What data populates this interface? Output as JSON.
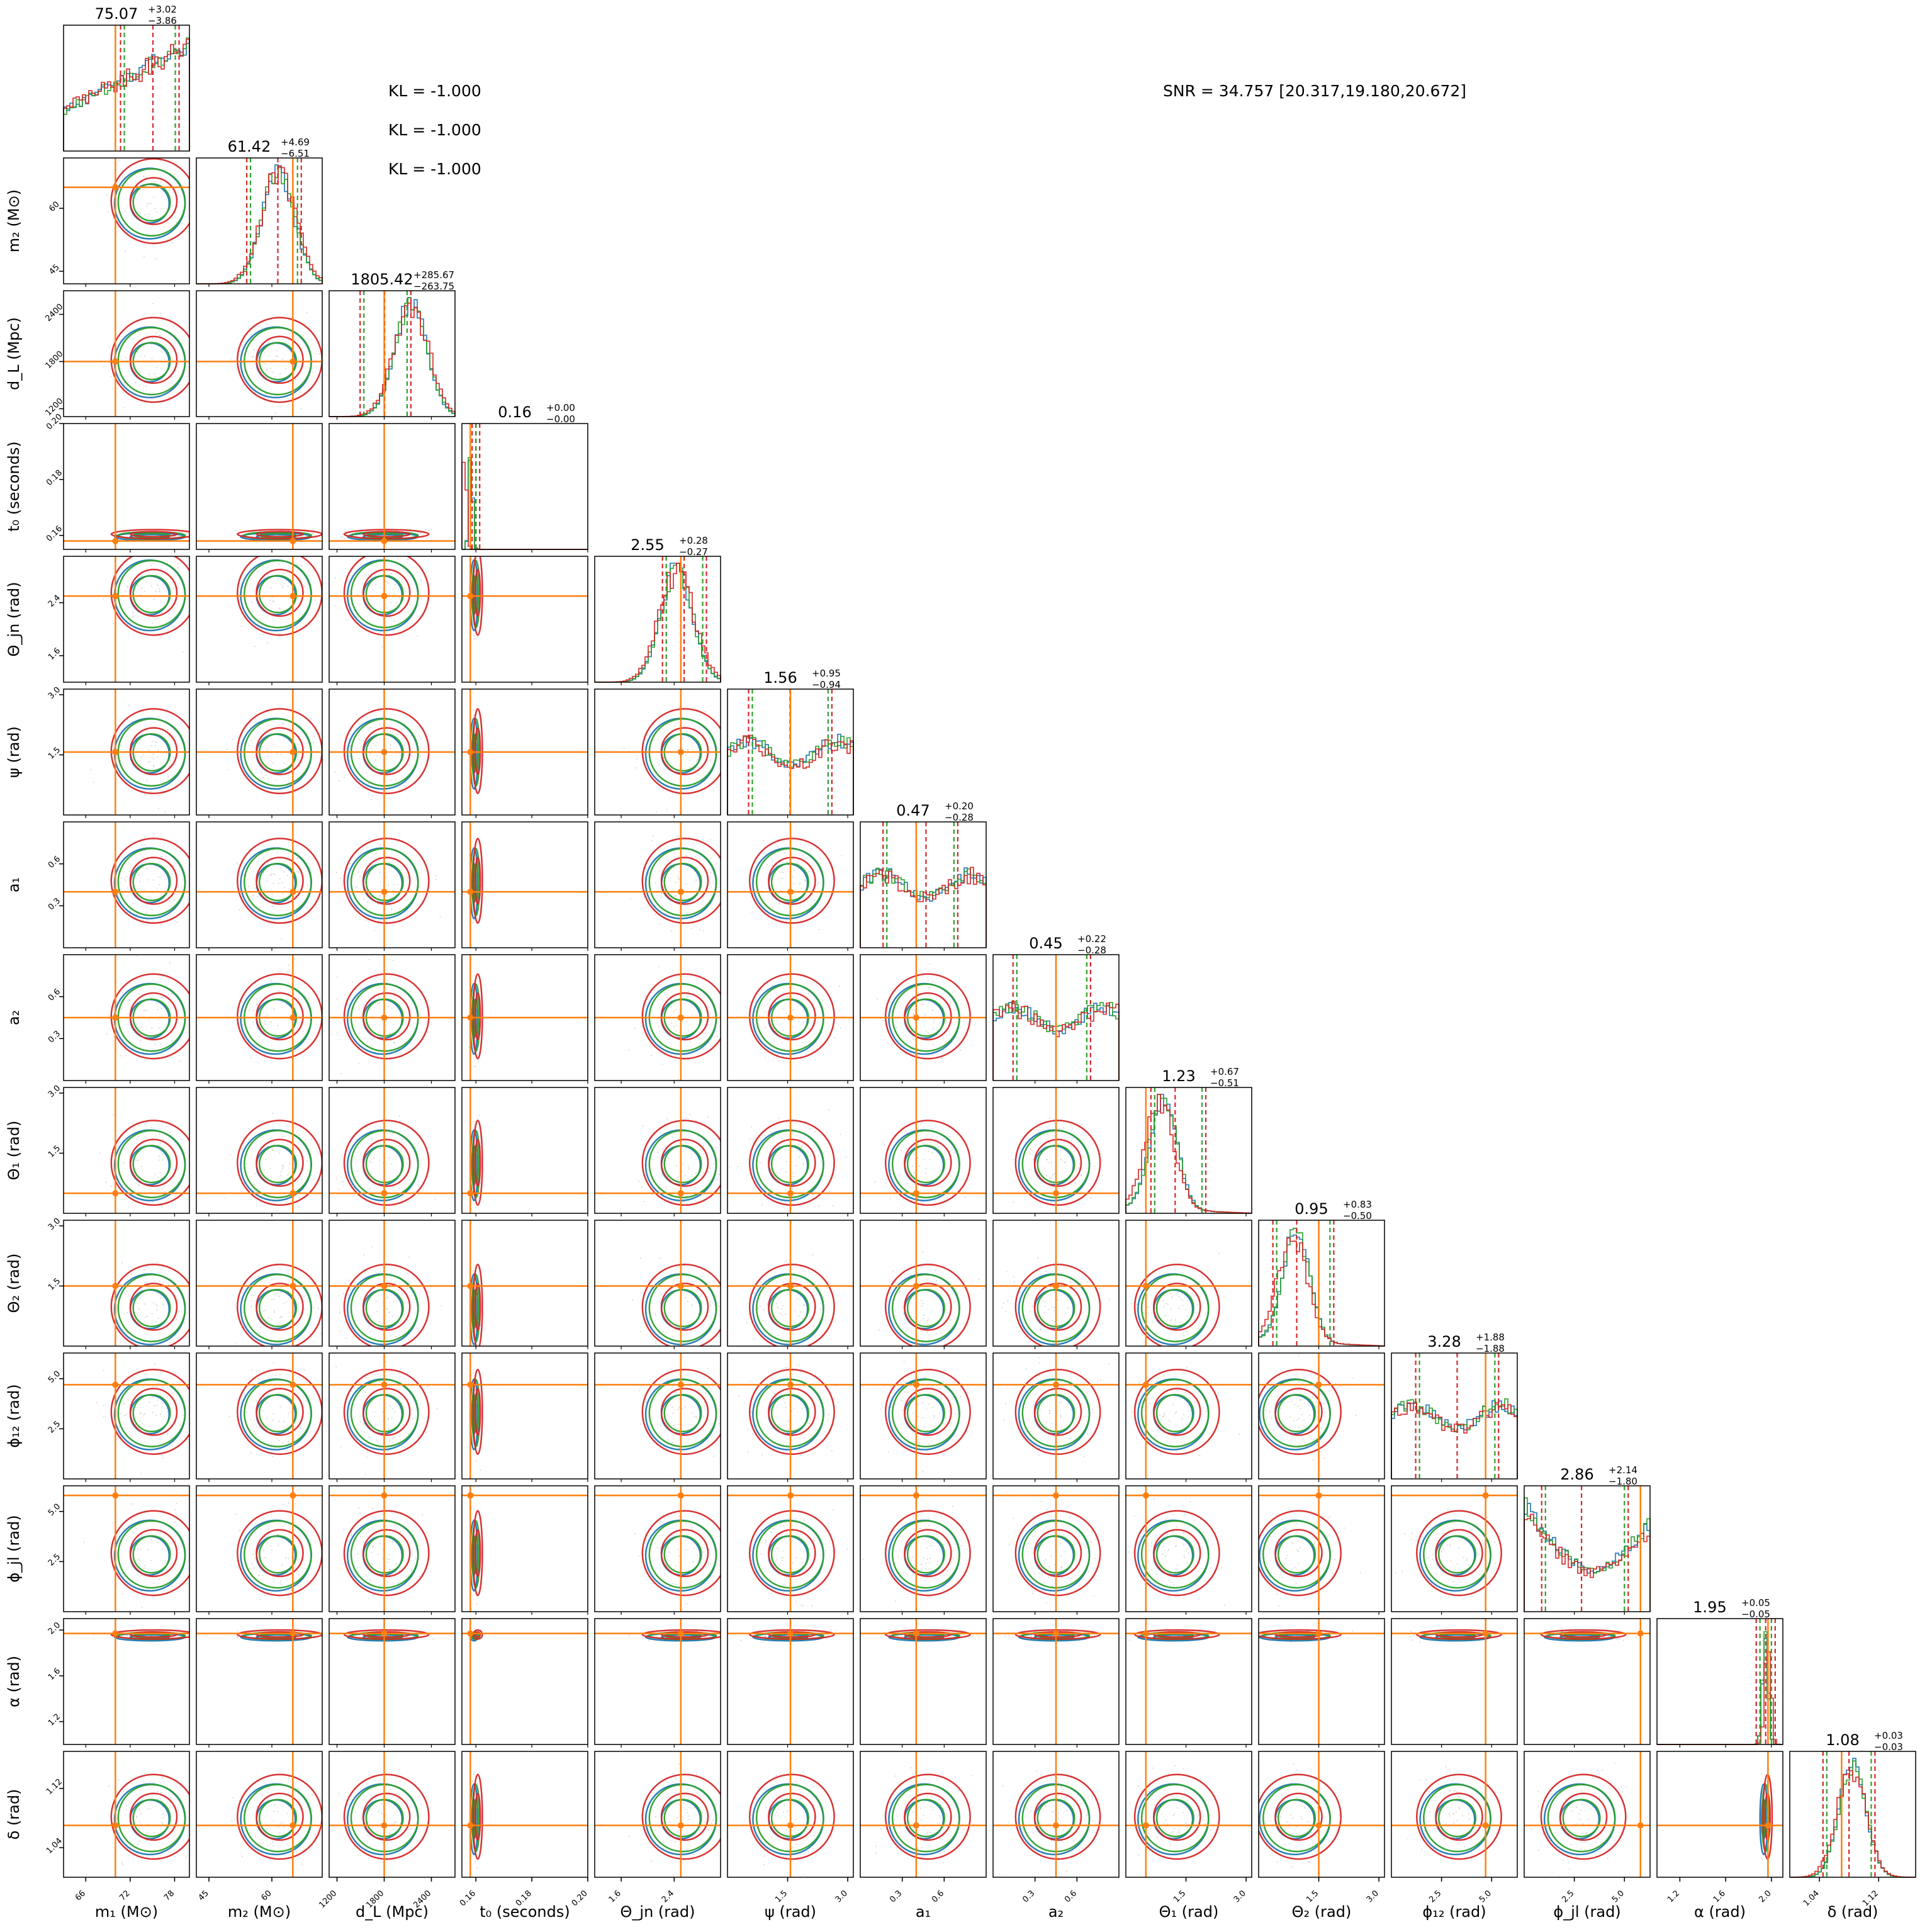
{
  "page": {
    "kl_lines": [
      "KL = -1.000",
      "KL = -1.000",
      "KL = -1.000"
    ],
    "snr_text": "SNR = 34.757 [20.317,19.180,20.672]"
  },
  "chart_data": {
    "type": "corner",
    "colors": {
      "blue": "#1f77b4",
      "green": "#2ca02c",
      "red": "#d62728",
      "truth": "#ff7f0e",
      "scatter": "#9a9a9a"
    },
    "params": [
      {
        "label": "m₁ (M⊙)",
        "range": [
          63,
          80
        ],
        "ticks": [
          66,
          72,
          78
        ],
        "tick_labels": [
          "66",
          "72",
          "78"
        ],
        "truth": 70,
        "median": 75.07,
        "plus": "+3.02",
        "minus": "−3.86",
        "title": "75.07",
        "mode": "ramp_up"
      },
      {
        "label": "m₂ (M⊙)",
        "range": [
          42,
          72
        ],
        "ticks": [
          45,
          60
        ],
        "tick_labels": [
          "45",
          "60"
        ],
        "truth": 65,
        "median": 61.42,
        "plus": "+4.69",
        "minus": "−6.51",
        "title": "61.42",
        "mode": "peak_right"
      },
      {
        "label": "d_L (Mpc)",
        "range": [
          1100,
          2700
        ],
        "ticks": [
          1200,
          1800,
          2400
        ],
        "tick_labels": [
          "1200",
          "1800",
          "2400"
        ],
        "truth": 1800,
        "median": 1805.42,
        "plus": "+285.67",
        "minus": "−263.75",
        "title": "1805.42",
        "mode": "peak_right"
      },
      {
        "label": "t₀ (seconds)",
        "range": [
          0.155,
          0.2
        ],
        "ticks": [
          0.16,
          0.18,
          0.2
        ],
        "tick_labels": [
          "0.16",
          "0.18",
          "0.20"
        ],
        "truth": 0.158,
        "median": 0.16,
        "plus": "+0.00",
        "minus": "−0.00",
        "title": "0.16",
        "mode": "spike_left"
      },
      {
        "label": "Θ_jn (rad)",
        "range": [
          1.2,
          3.1
        ],
        "ticks": [
          1.6,
          2.4
        ],
        "tick_labels": [
          "1.6",
          "2.4"
        ],
        "truth": 2.5,
        "median": 2.55,
        "plus": "+0.28",
        "minus": "−0.27",
        "title": "2.55",
        "mode": "peak_right"
      },
      {
        "label": "ψ (rad)",
        "range": [
          0,
          3.14
        ],
        "ticks": [
          1.5,
          3.0
        ],
        "tick_labels": [
          "1.5",
          "3.0"
        ],
        "truth": 1.57,
        "median": 1.56,
        "plus": "+0.95",
        "minus": "−0.94",
        "title": "1.56",
        "mode": "flat"
      },
      {
        "label": "a₁",
        "range": [
          0,
          0.9
        ],
        "ticks": [
          0.3,
          0.6
        ],
        "tick_labels": [
          "0.3",
          "0.6"
        ],
        "truth": 0.4,
        "median": 0.47,
        "plus": "+0.20",
        "minus": "−0.28",
        "title": "0.47",
        "mode": "flat"
      },
      {
        "label": "a₂",
        "range": [
          0,
          0.9
        ],
        "ticks": [
          0.3,
          0.6
        ],
        "tick_labels": [
          "0.3",
          "0.6"
        ],
        "truth": 0.45,
        "median": 0.45,
        "plus": "+0.22",
        "minus": "−0.28",
        "title": "0.45",
        "mode": "flat"
      },
      {
        "label": "Θ₁ (rad)",
        "range": [
          0,
          3.14
        ],
        "ticks": [
          1.5,
          3.0
        ],
        "tick_labels": [
          "1.5",
          "3.0"
        ],
        "truth": 0.5,
        "median": 1.23,
        "plus": "+0.67",
        "minus": "−0.51",
        "title": "1.23",
        "mode": "peak_left"
      },
      {
        "label": "Θ₂ (rad)",
        "range": [
          0,
          3.14
        ],
        "ticks": [
          1.5,
          3.0
        ],
        "tick_labels": [
          "1.5",
          "3.0"
        ],
        "truth": 1.5,
        "median": 0.95,
        "plus": "+0.83",
        "minus": "−0.50",
        "title": "0.95",
        "mode": "peak_left"
      },
      {
        "label": "ϕ₁₂ (rad)",
        "range": [
          0,
          6.28
        ],
        "ticks": [
          2.5,
          5.0
        ],
        "tick_labels": [
          "2.5",
          "5.0"
        ],
        "truth": 4.7,
        "median": 3.28,
        "plus": "+1.88",
        "minus": "−1.88",
        "title": "3.28",
        "mode": "flat"
      },
      {
        "label": "ϕ_jl (rad)",
        "range": [
          0,
          6.28
        ],
        "ticks": [
          2.5,
          5.0
        ],
        "tick_labels": [
          "2.5",
          "5.0"
        ],
        "truth": 5.8,
        "median": 2.86,
        "plus": "+2.14",
        "minus": "−1.80",
        "title": "2.86",
        "mode": "bimodal"
      },
      {
        "label": "α (rad)",
        "range": [
          1.0,
          2.1
        ],
        "ticks": [
          1.2,
          1.6,
          2.0
        ],
        "tick_labels": [
          "1.2",
          "1.6",
          "2.0"
        ],
        "truth": 1.97,
        "median": 1.95,
        "plus": "+0.05",
        "minus": "−0.05",
        "title": "1.95",
        "mode": "spike_right"
      },
      {
        "label": "δ (rad)",
        "range": [
          1.0,
          1.17
        ],
        "ticks": [
          1.04,
          1.12
        ],
        "tick_labels": [
          "1.04",
          "1.12"
        ],
        "truth": 1.07,
        "median": 1.08,
        "plus": "+0.03",
        "minus": "−0.03",
        "title": "1.08",
        "mode": "peak"
      }
    ]
  }
}
